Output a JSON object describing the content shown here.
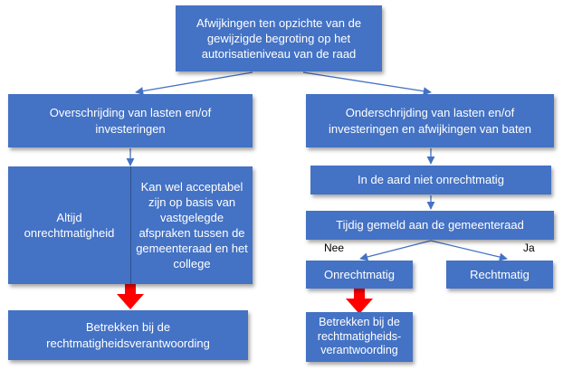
{
  "colors": {
    "box": "#4472c4",
    "connector": "#4472c4",
    "emphasis_arrow": "#ff0000"
  },
  "top": {
    "text": "Afwijkingen ten opzichte van de gewijzigde begroting op het autorisatieniveau van de raad"
  },
  "left": {
    "header": "Overschrijding van lasten en/of investeringen",
    "split_left": "Altijd onrechtmatigheid",
    "split_right": "Kan wel acceptabel zijn op basis van vastgelegde afspraken tussen de gemeenteraad en het college",
    "result": "Betrekken bij de rechtmatigheidsverantwoording"
  },
  "right": {
    "header": "Onderschrijding van lasten en/of investeringen en afwijkingen van baten",
    "step1": "In de aard niet onrechtmatig",
    "step2": "Tijdig gemeld aan de gemeenteraad",
    "branch_no_label": "Nee",
    "branch_yes_label": "Ja",
    "no_result": "Onrechtmatig",
    "yes_result": "Rechtmatig",
    "final": "Betrekken bij de rechtmatigheids-verantwoording"
  }
}
